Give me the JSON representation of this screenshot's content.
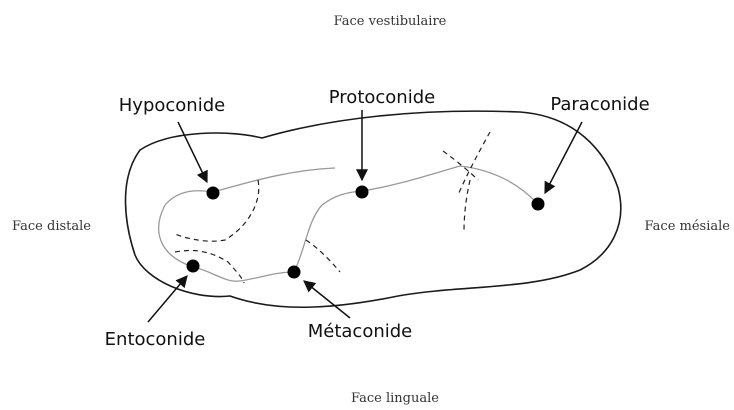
{
  "diagram": {
    "faces": {
      "top": "Face vestibulaire",
      "bottom": "Face linguale",
      "left": "Face distale",
      "right": "Face mésiale"
    },
    "cusps": {
      "hypoconide": "Hypoconide",
      "protoconide": "Protoconide",
      "paraconide": "Paraconide",
      "entoconide": "Entoconide",
      "metaconide": "Métaconide"
    },
    "colors": {
      "outline": "#1a1a1a",
      "crest": "#999999",
      "dashed": "#222222",
      "cusp_point": "#000000"
    }
  }
}
